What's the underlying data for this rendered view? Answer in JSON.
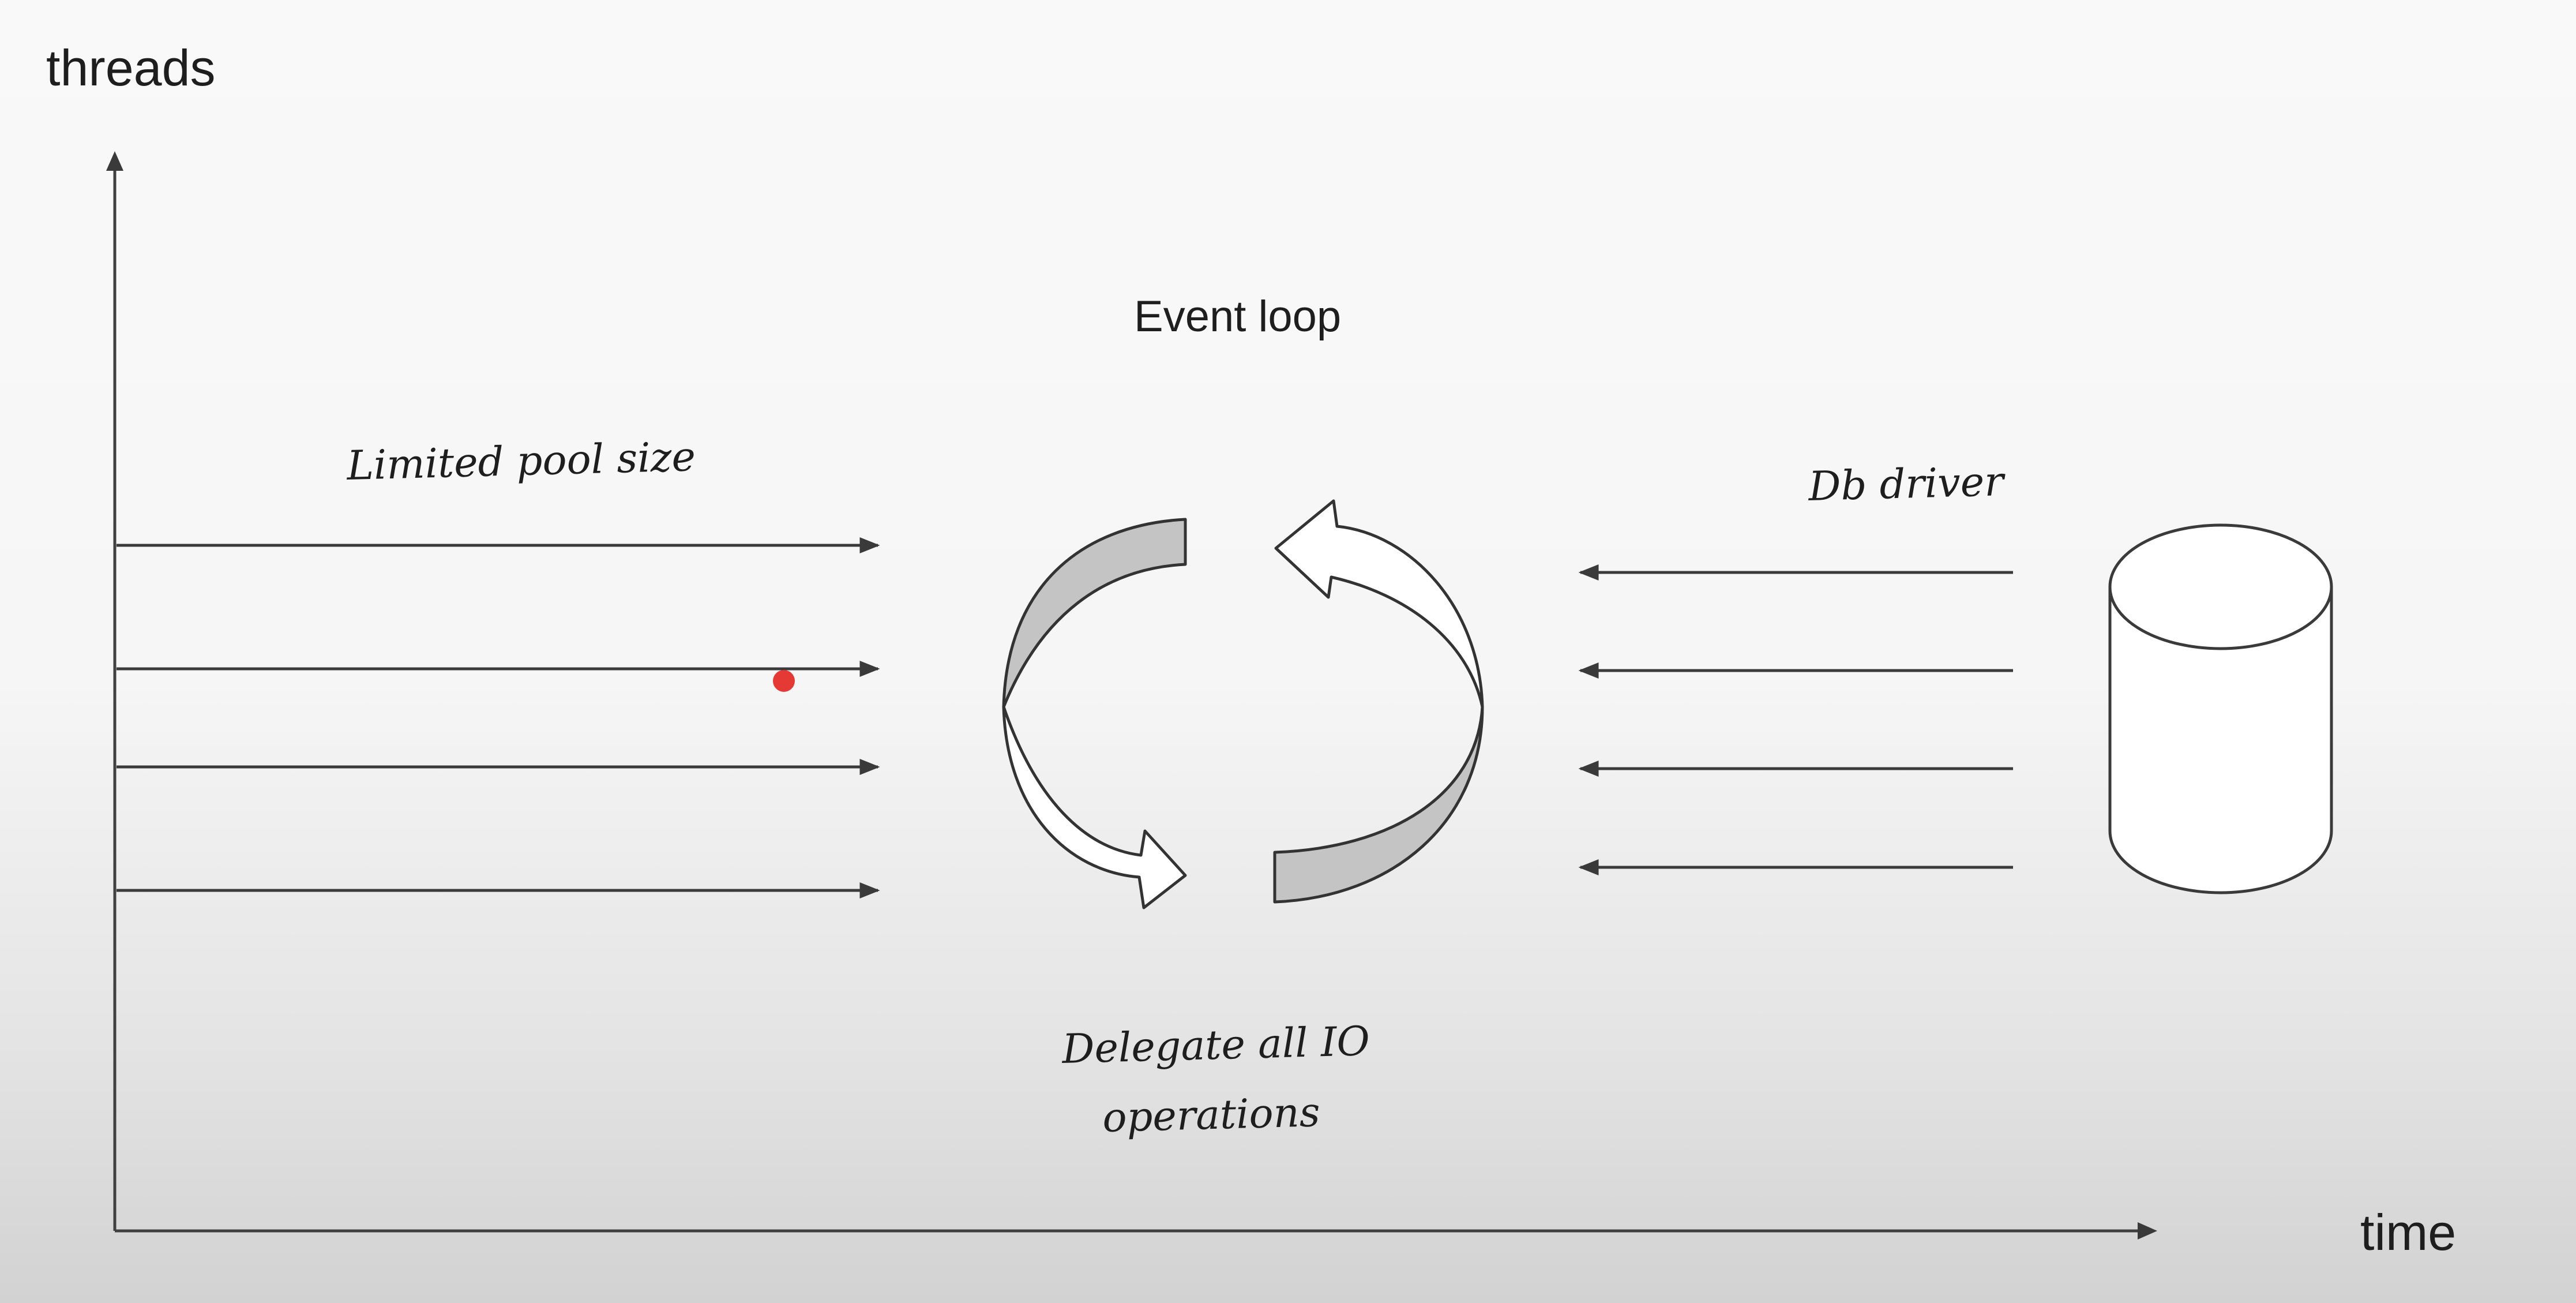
{
  "axes": {
    "y_label": "threads",
    "x_label": "time"
  },
  "labels": {
    "title": "Event loop",
    "pool": "Limited pool size",
    "driver": "Db driver",
    "delegate_line1": "Delegate all IO",
    "delegate_line2": "operations"
  },
  "thread_count": 4,
  "driver_connection_count": 4,
  "colors": {
    "cursor_dot": "#e53935",
    "loop_fill": "#c4c4c4"
  },
  "icons": {
    "loop": "circular-arrows-icon",
    "database": "database-cylinder-icon"
  }
}
